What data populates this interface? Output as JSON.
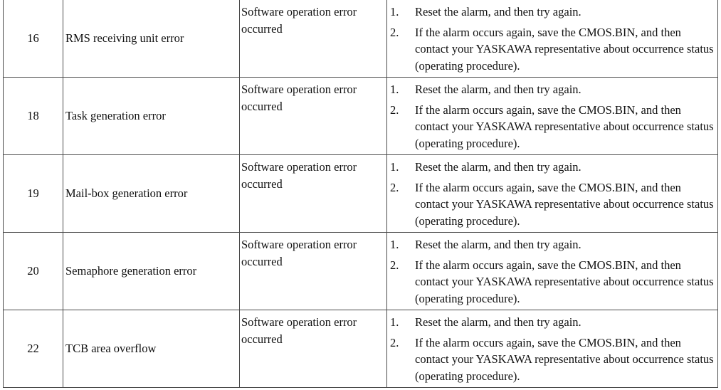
{
  "rows": [
    {
      "number": "16",
      "name": "RMS receiving unit error",
      "cause": "Software operation error occurred",
      "steps": [
        {
          "num": "1.",
          "text": "Reset the alarm, and then try again."
        },
        {
          "num": "2.",
          "text": "If the alarm occurs again, save the CMOS.BIN, and then contact your YASKAWA representative about occurrence status (operating procedure)."
        }
      ]
    },
    {
      "number": "18",
      "name": "Task generation error",
      "cause": "Software operation error occurred",
      "steps": [
        {
          "num": "1.",
          "text": "Reset the alarm, and then try again."
        },
        {
          "num": "2.",
          "text": "If the alarm occurs again, save the CMOS.BIN, and then contact your YASKAWA representative about occurrence status (operating procedure)."
        }
      ]
    },
    {
      "number": "19",
      "name": "Mail-box generation error",
      "cause": "Software operation error occurred",
      "steps": [
        {
          "num": "1.",
          "text": "Reset the alarm, and then try again."
        },
        {
          "num": "2.",
          "text": "If the alarm occurs again, save the CMOS.BIN, and then contact your YASKAWA representative about occurrence status (operating procedure)."
        }
      ]
    },
    {
      "number": "20",
      "name": "Semaphore generation error",
      "cause": "Software operation error occurred",
      "steps": [
        {
          "num": "1.",
          "text": "Reset the alarm, and then try again."
        },
        {
          "num": "2.",
          "text": "If the alarm occurs again, save the CMOS.BIN, and then contact your YASKAWA representative about occurrence status (operating procedure)."
        }
      ]
    },
    {
      "number": "22",
      "name": "TCB area overflow",
      "cause": "Software operation error occurred",
      "steps": [
        {
          "num": "1.",
          "text": "Reset the alarm, and then try again."
        },
        {
          "num": "2.",
          "text": "If the alarm occurs again, save the CMOS.BIN, and then contact your YASKAWA representative about occurrence status (operating procedure)."
        }
      ]
    }
  ]
}
